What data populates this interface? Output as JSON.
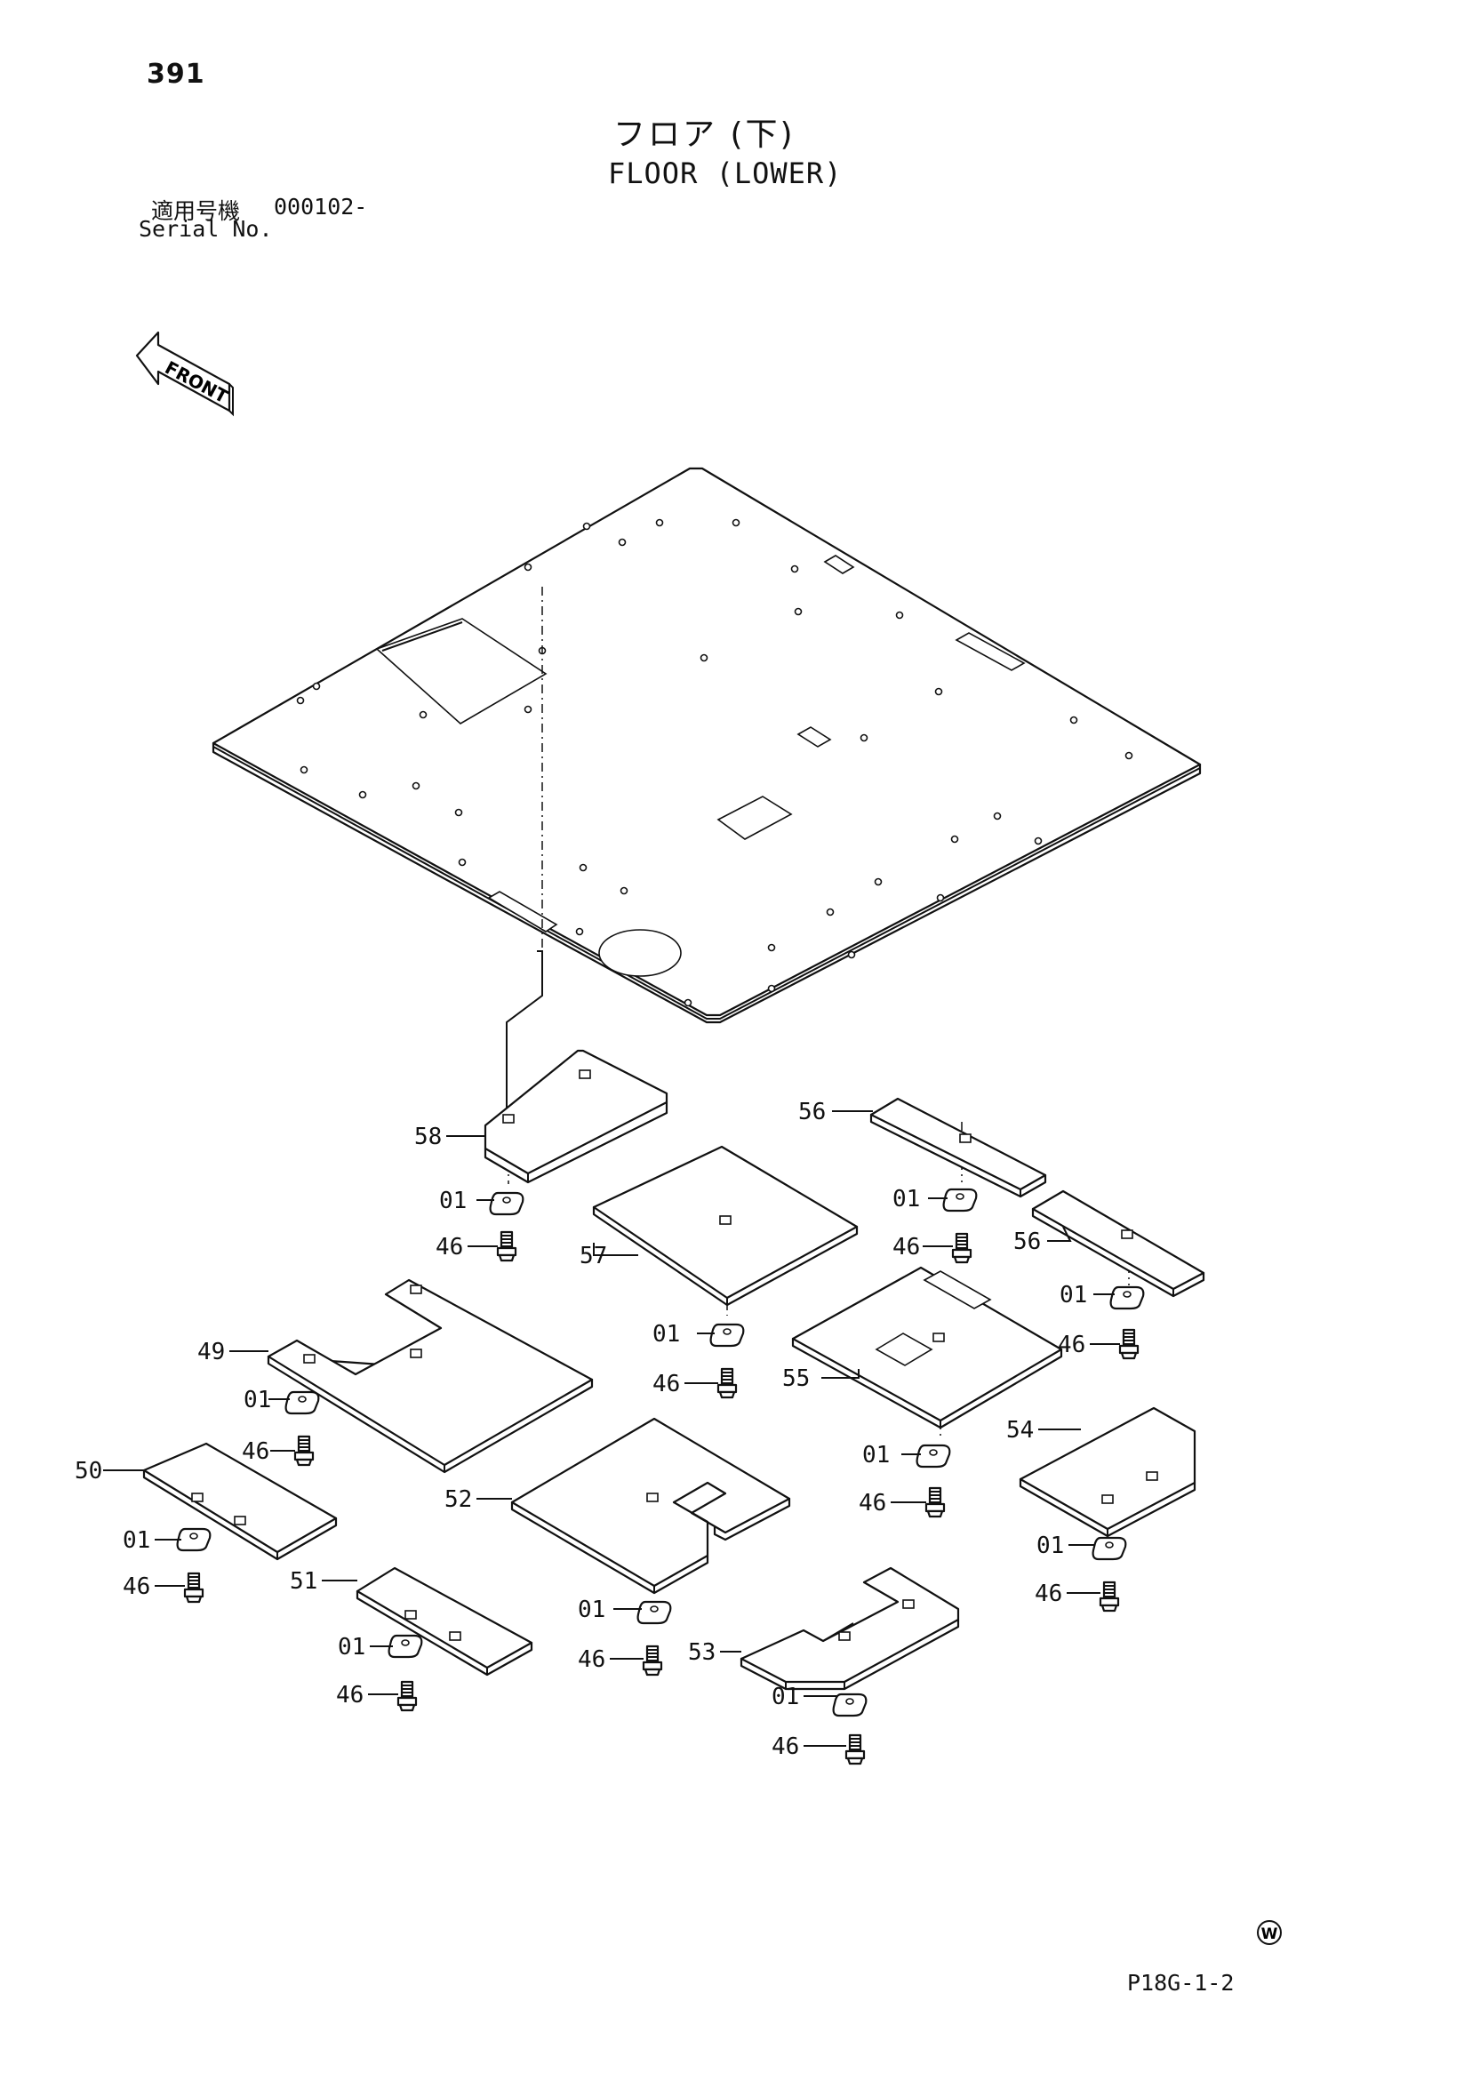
{
  "header": {
    "page_number": "391",
    "title_jp": "フロア (下)",
    "title_en": "FLOOR (LOWER)",
    "serial_label_jp": "適用号機",
    "serial_value": "000102-",
    "serial_label_en": "Serial No."
  },
  "front_arrow": {
    "label": "FRONT"
  },
  "footer": {
    "page_code": "P18G-1-2",
    "mark": "W"
  },
  "callouts": {
    "c58": "58",
    "c57": "57",
    "c56a": "56",
    "c56b": "56",
    "c55": "55",
    "c54": "54",
    "c53": "53",
    "c52": "52",
    "c51": "51",
    "c50": "50",
    "c49": "49",
    "w58": "01",
    "w57": "01",
    "w56a": "01",
    "w56b": "01",
    "w55": "01",
    "w54": "01",
    "w53": "01",
    "w52": "01",
    "w51": "01",
    "w50": "01",
    "w49": "01",
    "b58": "46",
    "b57": "46",
    "b56a": "46",
    "b56b": "46",
    "b55": "46",
    "b54": "46",
    "b53": "46",
    "b52": "46",
    "b51": "46",
    "b50": "46",
    "b49": "46"
  }
}
